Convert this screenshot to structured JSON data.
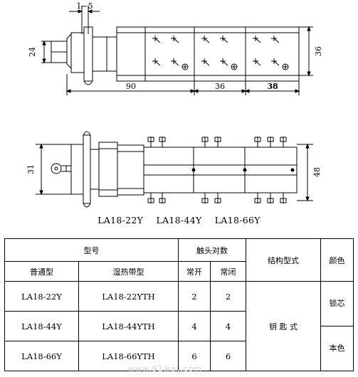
{
  "dimensions": {
    "gap": "1~5",
    "height_front": "24",
    "length_main": "90",
    "module_1": "36",
    "module_2": "38",
    "height_right": "36",
    "height_side": "31",
    "width_side": "48"
  },
  "models_caption": [
    "LA18-22Y",
    "LA18-44Y",
    "LA18-66Y"
  ],
  "table": {
    "header_model": "型号",
    "header_contacts": "触头对数",
    "header_structure": "结构型式",
    "header_color": "颜色",
    "sub_normal": "普通型",
    "sub_humid": "湿热带型",
    "sub_no": "常开",
    "sub_nc": "常闭",
    "rows": [
      {
        "normal": "LA18-22Y",
        "humid": "LA18-22YTH",
        "no": "2",
        "nc": "2"
      },
      {
        "normal": "LA18-44Y",
        "humid": "LA18-44YTH",
        "no": "4",
        "nc": "4"
      },
      {
        "normal": "LA18-66Y",
        "humid": "LA18-66YTH",
        "no": "6",
        "nc": "6"
      }
    ],
    "structure": "钥 匙 式",
    "color_1": "锁芯",
    "color_2": "本色"
  },
  "watermark": "www.91way.com"
}
